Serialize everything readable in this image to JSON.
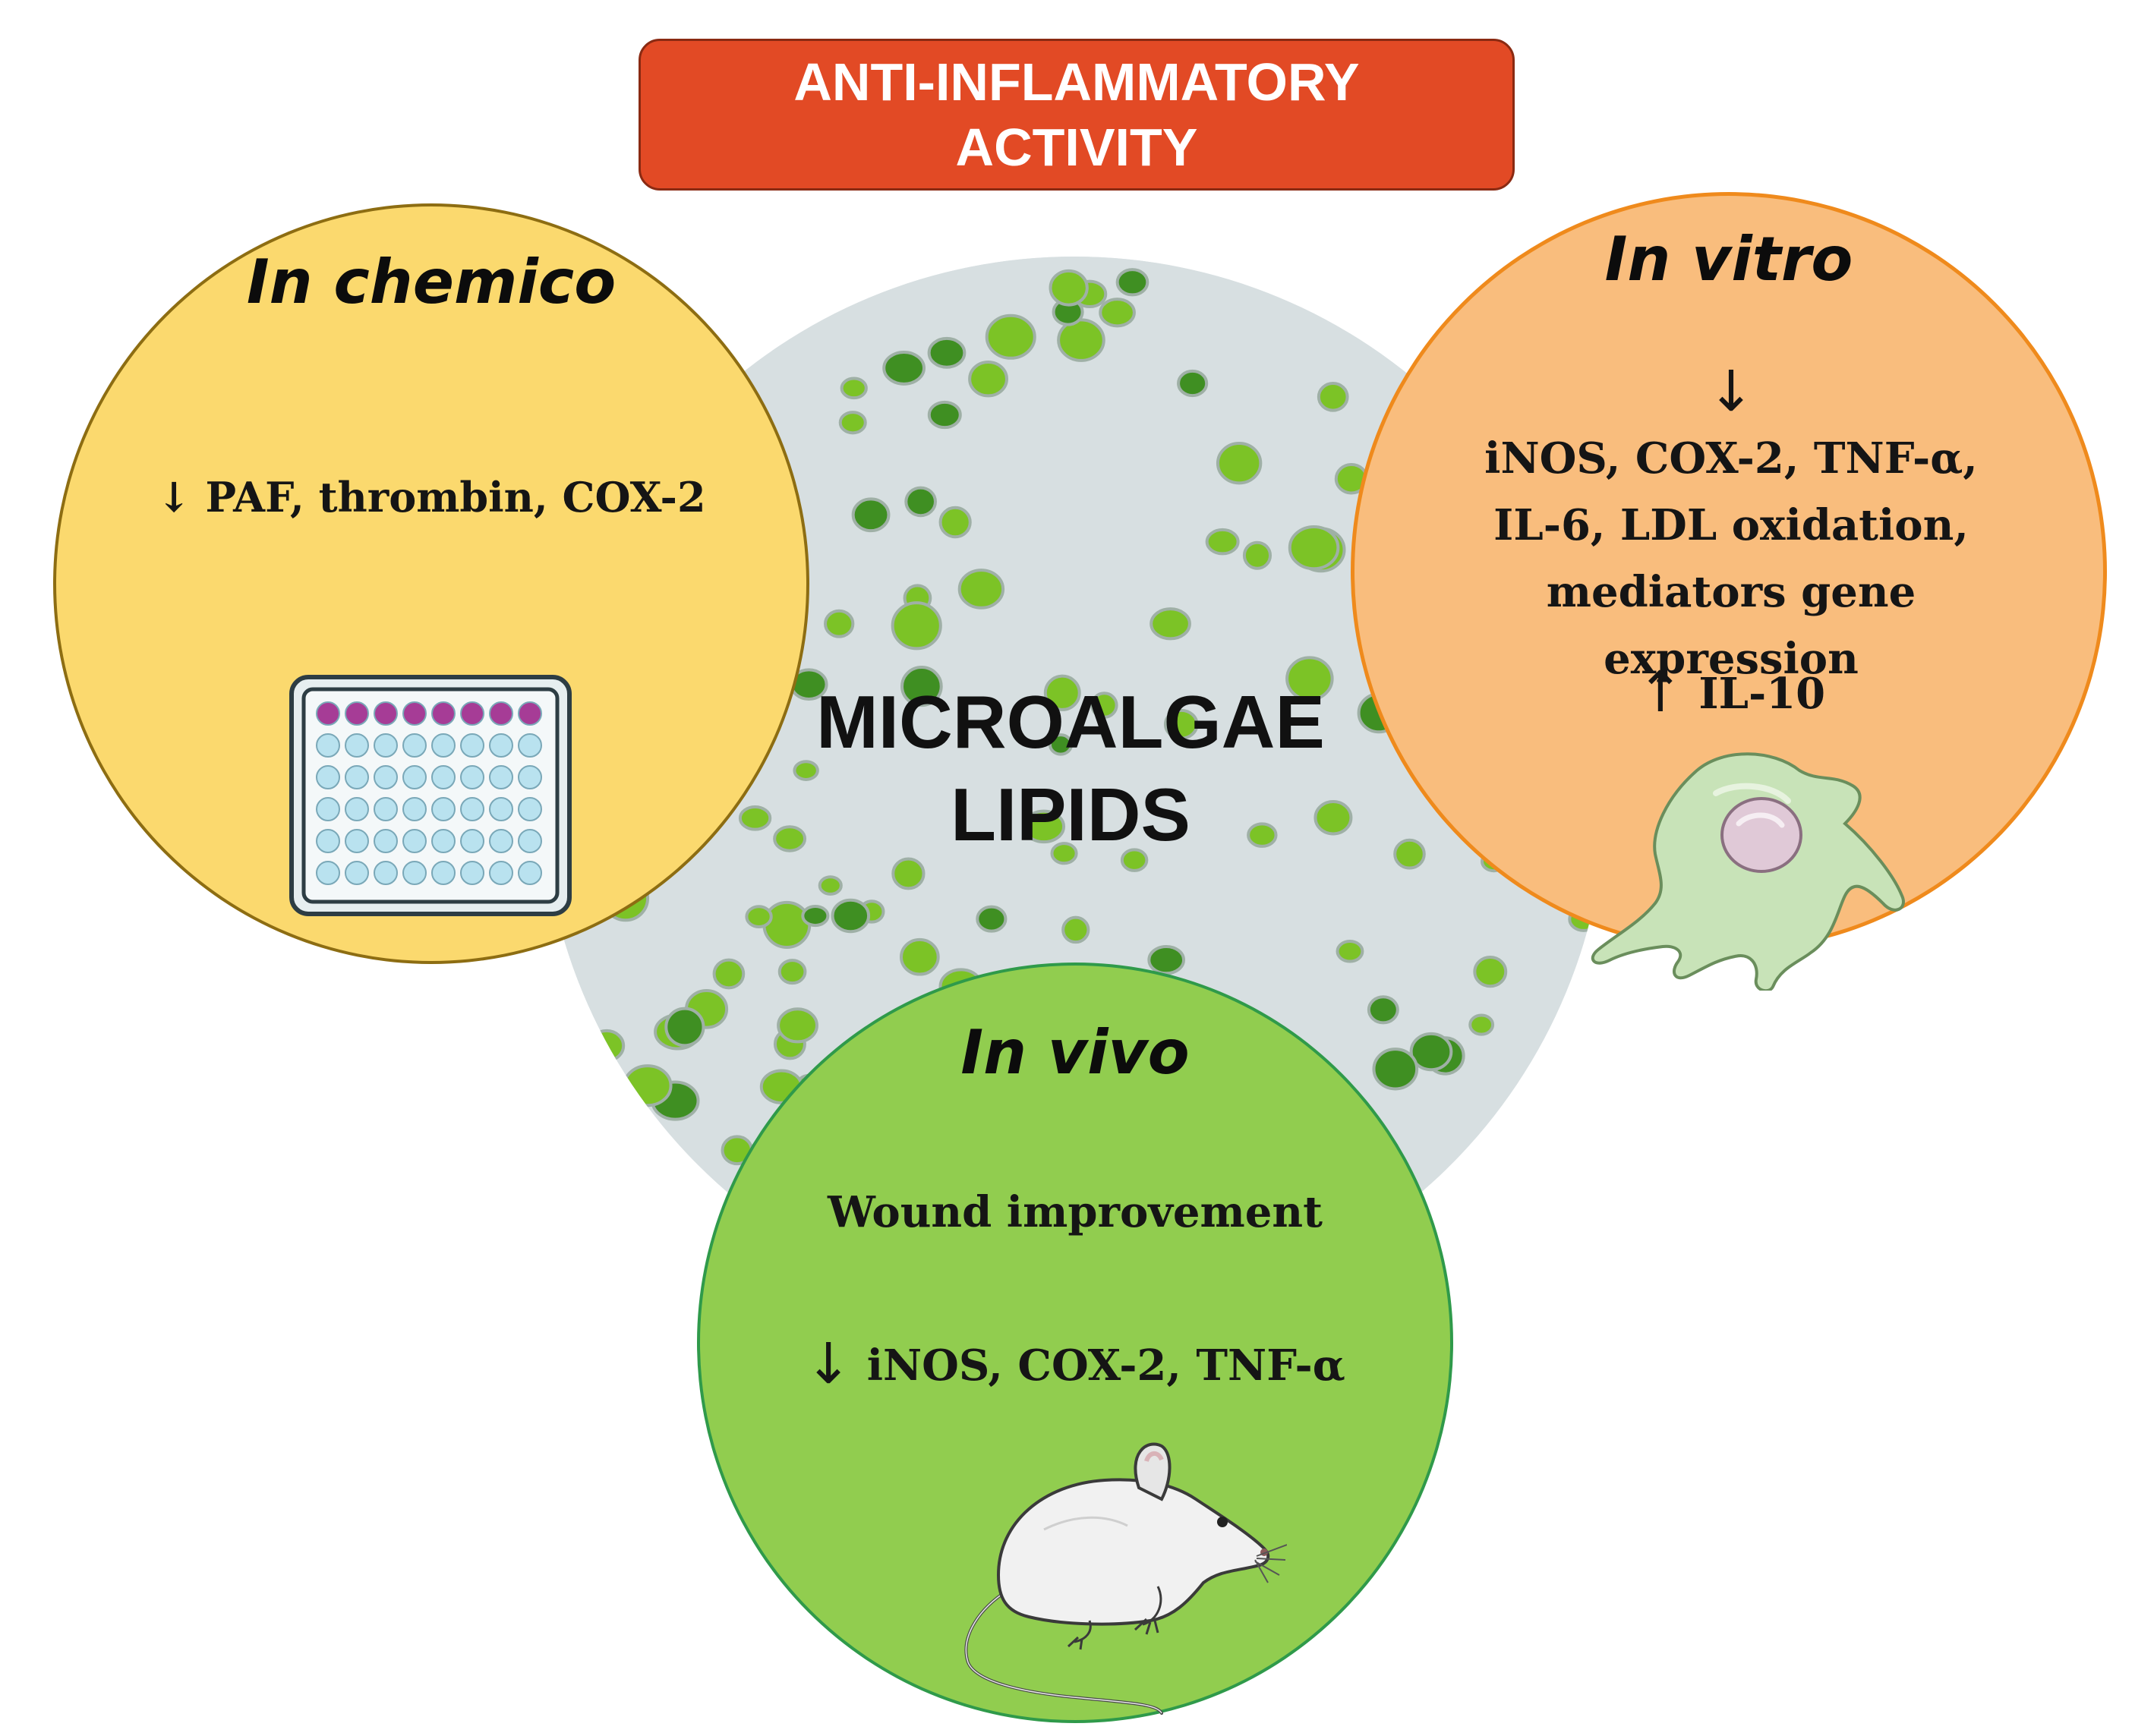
{
  "title": {
    "line1": "ANTI-INFLAMMATORY",
    "line2": "ACTIVITY"
  },
  "center": {
    "line1": "MICROALGAE",
    "line2": "LIPIDS",
    "image": "microalgae-cells-micrograph"
  },
  "in_chemico": {
    "heading": "In chemico",
    "text": "↓ PAF, thrombin, COX-2",
    "icon": "microplate-icon"
  },
  "in_vitro": {
    "heading": "In vitro",
    "arrow_down": "↓",
    "lines": [
      "iNOS, COX-2, TNF-α,",
      "IL-6, LDL oxidation,",
      "mediators gene",
      "expression"
    ],
    "arrow_up": "↑",
    "up_text": "IL-10",
    "icon": "macrophage-cell-icon"
  },
  "in_vivo": {
    "heading": "In vivo",
    "text1": "Wound improvement",
    "arrow_down": "↓",
    "text2": "iNOS, COX-2, TNF-α",
    "icon": "mouse-icon"
  },
  "colors": {
    "title_bg": "#e24a25",
    "chemico_bg": "#fbd96e",
    "vitro_bg": "#f9bd7d",
    "vivo_bg": "#91cd4f",
    "algae_cell": "#6fbf1e"
  }
}
